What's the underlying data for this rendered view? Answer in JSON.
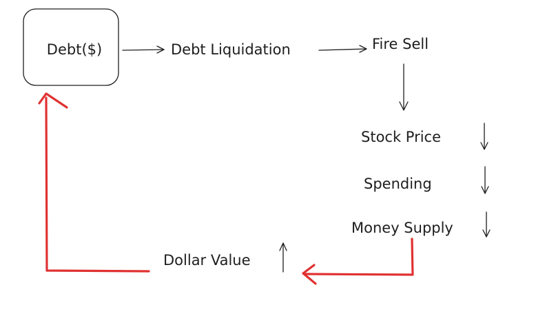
{
  "nodes": {
    "debt": "Debt($)",
    "debt_liquidation": "Debt Liquidation",
    "fire_sell": "Fire Sell",
    "stock_price": "Stock Price",
    "spending": "Spending",
    "money_supply": "Money Supply",
    "dollar_value": "Dollar Value"
  },
  "indicators": {
    "stock_price": "down",
    "spending": "down",
    "money_supply": "down",
    "dollar_value": "up"
  },
  "colors": {
    "stroke": "#1e1e1e",
    "feedback_loop": "#e03131"
  }
}
